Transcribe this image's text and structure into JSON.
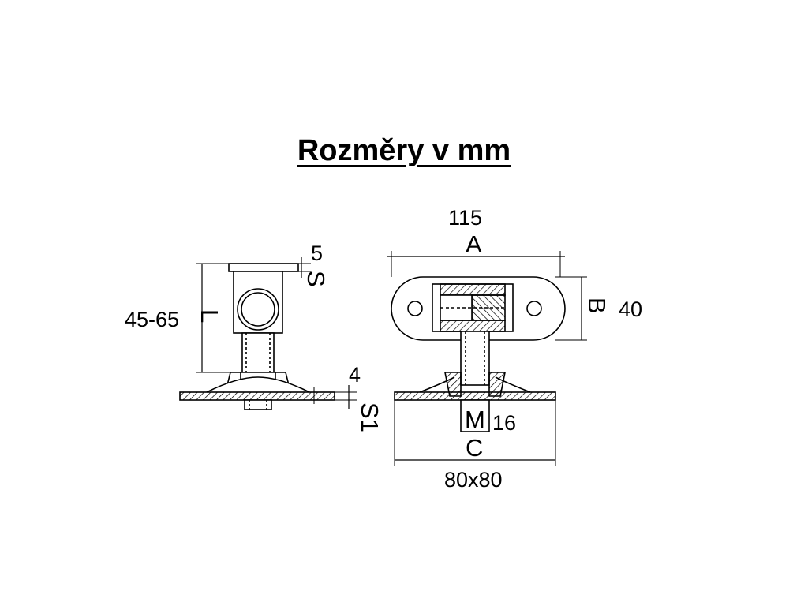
{
  "title": "Rozměry v mm",
  "side_view": {
    "dim_plate": "5",
    "label_plate": "S",
    "dim_height": "45-65",
    "label_height": "L",
    "dim_base": "4",
    "label_base": "S1"
  },
  "front_view": {
    "dim_width": "115",
    "label_width": "A",
    "dim_plate_width": "40",
    "label_plate_width": "B",
    "label_thread": "M",
    "dim_thread": "16",
    "label_base": "C",
    "dim_base": "80x80"
  },
  "colors": {
    "line": "#000000",
    "background": "#ffffff"
  }
}
